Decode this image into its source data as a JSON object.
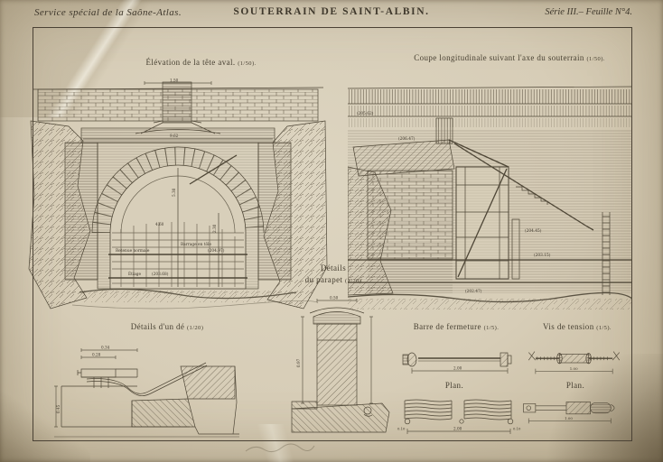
{
  "header": {
    "service": "Service spécial de la Saône-Atlas.",
    "title": "SOUTERRAIN DE SAINT-ALBIN.",
    "series": "Série III.– Feuille N°4."
  },
  "elevation": {
    "title": "Élévation de la tête aval.",
    "scale": "(1/50).",
    "barrage_label": "Barrage en tôle",
    "retenue_label": "Retenue normale",
    "retenue_level": "(204.97)",
    "etiage_label": "Étiage",
    "etiage_level": "(203.68)",
    "dims": {
      "d1": "1.50",
      "d2": "9.62",
      "d3": "5.30",
      "d4": "4.60",
      "d5": "2.30"
    }
  },
  "section": {
    "title": "Coupe longitudinale suivant l'axe du souterrain",
    "scale": "(1/50).",
    "levels": [
      "(205.62)",
      "(206.47)",
      "(204.45)",
      "(203.15)",
      "(202.47)"
    ]
  },
  "de_detail": {
    "title": "Détails d'un dé",
    "scale": "(1/20)",
    "dims": [
      "0.34",
      "0.28",
      "0.45"
    ]
  },
  "parapet": {
    "title_line1": "Détails",
    "title_line2": "du parapet",
    "scale": "(1/20)",
    "dims": [
      "0.50",
      "0.97"
    ]
  },
  "barre": {
    "title": "Barre de fermeture",
    "scale": "(1/5).",
    "plan_label": "Plan.",
    "dim": "2.00",
    "plan_dim": "2.00",
    "plan_side_dim": "0.10"
  },
  "vis": {
    "title": "Vis de tension",
    "scale": "(1/5).",
    "plan_label": "Plan.",
    "dim": "1.00",
    "plan_dim": "1.00"
  }
}
